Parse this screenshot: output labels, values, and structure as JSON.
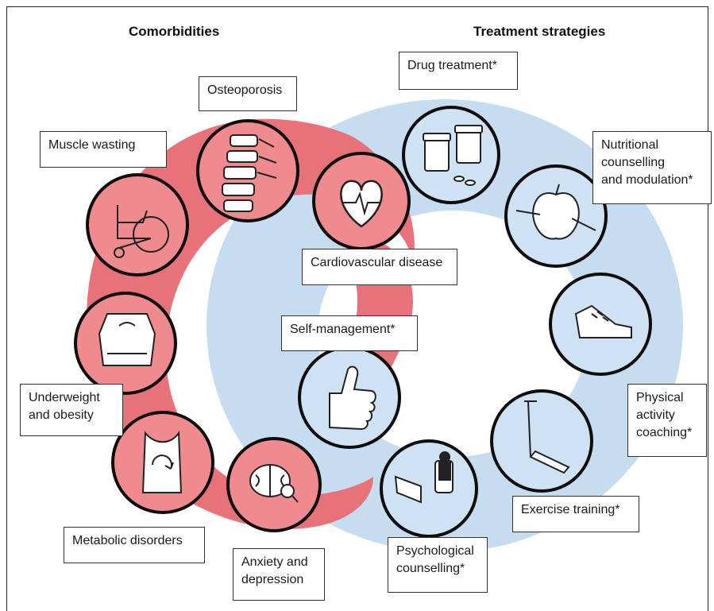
{
  "headers": {
    "comorbidities": "Comorbidities",
    "treatment": "Treatment strategies"
  },
  "colors": {
    "comorbidity_ring": "#e8727a",
    "treatment_ring": "#c6dcf0",
    "circle_fill_red": "#ef8a8f",
    "circle_fill_blue": "#cfe2f3",
    "circle_stroke": "#0d0d0d"
  },
  "labels": {
    "osteoporosis": "Osteoporosis",
    "muscle_wasting": "Muscle wasting",
    "cardiovascular": "Cardiovascular disease",
    "underweight": "Underweight\nand obesity",
    "metabolic": "Metabolic disorders",
    "anxiety": "Anxiety and\ndepression",
    "self_management": "Self-management*",
    "drug_treatment": "Drug treatment*",
    "nutritional": "Nutritional\ncounselling\nand modulation*",
    "physical_activity": "Physical\nactivity\ncoaching*",
    "exercise_training": "Exercise training*",
    "psychological": "Psychological\ncounselling*"
  },
  "icons": {
    "osteoporosis": "spine-icon",
    "muscle_wasting": "wheelchair-icon",
    "cardiovascular": "heart-icon",
    "underweight": "scale-icon",
    "metabolic": "torso-cycle-icon",
    "anxiety": "brain-icon",
    "self_management": "thumbs-up-icon",
    "drug_treatment": "pill-bottles-icon",
    "nutritional": "apple-tape-icon",
    "physical_activity": "sneaker-icon",
    "exercise_training": "treadmill-icon",
    "psychological": "couch-icon"
  }
}
